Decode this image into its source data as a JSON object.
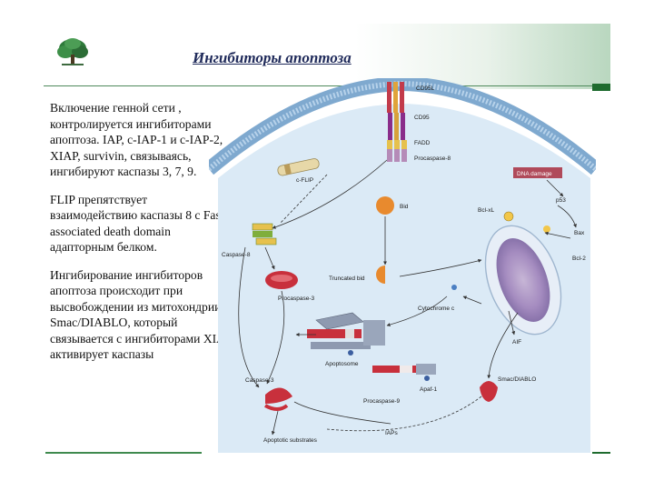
{
  "slide": {
    "title": "Ингибиторы апоптоза",
    "paragraphs": [
      "Включение генной сети , контролируется ингибиторами апоптоза. IAP, c-IAP-1 и c-IAP-2, XIAP, survivin, связываясь, ингибируют каспазы 3,  7,  9.",
      "FLIP препятствует взаимодействию каспазы 8 с Fas-associated death domain адапторным белком.",
      "Ингибирование ингибиторов апоптоза происходит при высвобождении  из митохондрии Smac/DIABLO, который связывается с ингибиторами XIAP, активирует каспазы"
    ]
  },
  "diagram": {
    "labels": {
      "cd95l": "CD95L",
      "cd95": "CD95",
      "fadd": "FADD",
      "procaspase8": "Procaspase-8",
      "flip": "c-FLIP",
      "dna_damage": "DNA damage",
      "p53": "p53",
      "bid": "Bid",
      "bclxl": "Bcl-xL",
      "bax": "Bax",
      "bcl2": "Bcl-2",
      "caspase8": "Caspase-8",
      "truncated_bid": "Truncated bid",
      "procaspase3": "Procaspase-3",
      "cytochrome_c": "Cytochrome c",
      "aif": "AIF",
      "apoptosome": "Apoptosome",
      "apaf1": "Apaf-1",
      "smac": "Smac/DIABLO",
      "caspase3": "Caspase-3",
      "procaspase9": "Procaspase-9",
      "iaps": "IAPs",
      "substrates": "Apoptotic substrates"
    }
  },
  "colors": {
    "title": "#1f2a5a",
    "accent_green": "#1e6b2e",
    "cytoplasm": "#dbeaf6",
    "membrane": "#7fa9cf",
    "dna_damage_box": "#b04a5a"
  }
}
